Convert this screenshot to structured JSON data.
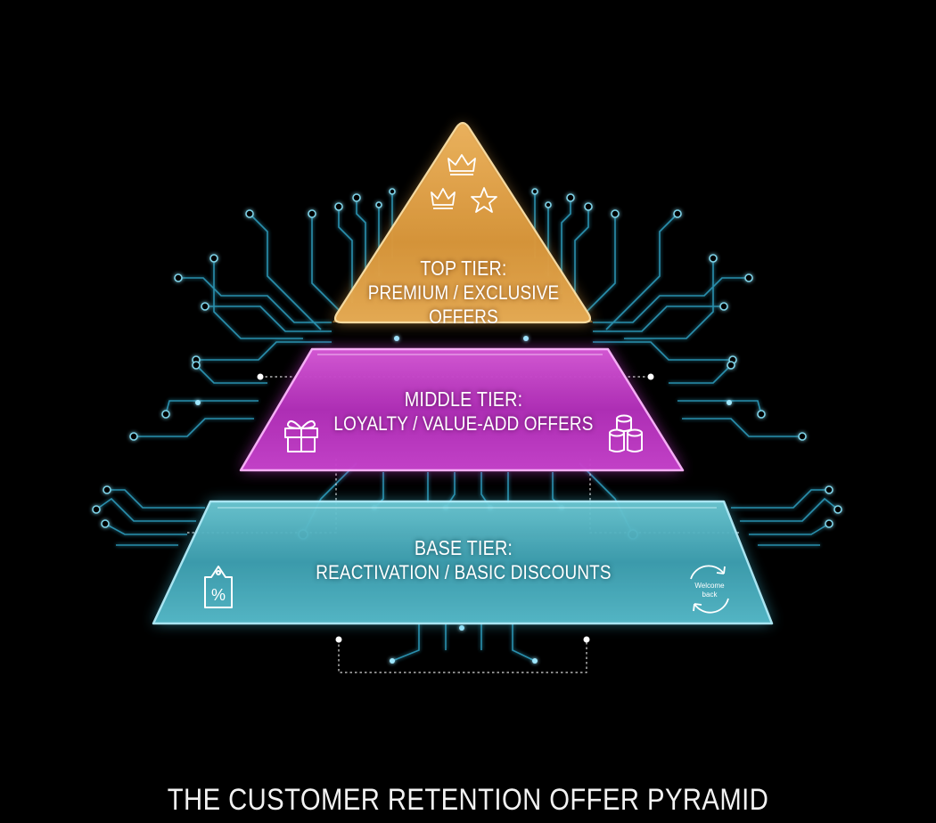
{
  "diagram": {
    "caption": "THE CUSTOMER RETENTION OFFER PYRAMID",
    "colors": {
      "background": "#000000",
      "top_tier": "#e0a24a",
      "middle_tier": "#c23ec8",
      "base_tier": "#48b4c4",
      "circuit": "#3aa9c6"
    },
    "tiers": [
      {
        "key": "top",
        "heading": "TOP TIER:",
        "subtitle": "PREMIUM / EXCLUSIVE OFFERS",
        "icons": [
          "crown-icon",
          "crown-icon",
          "star-icon"
        ]
      },
      {
        "key": "middle",
        "heading": "MIDDLE TIER:",
        "subtitle": "LOYALTY / VALUE-ADD OFFERS",
        "icons": [
          "gift-icon",
          "coins-icon"
        ]
      },
      {
        "key": "base",
        "heading": "BASE TIER:",
        "subtitle": "REACTIVATION / BASIC DISCOUNTS",
        "icons": [
          "price-tag-percent-icon",
          "refresh-badge-icon"
        ]
      }
    ],
    "badge_text": [
      "Welcome",
      "back"
    ]
  }
}
